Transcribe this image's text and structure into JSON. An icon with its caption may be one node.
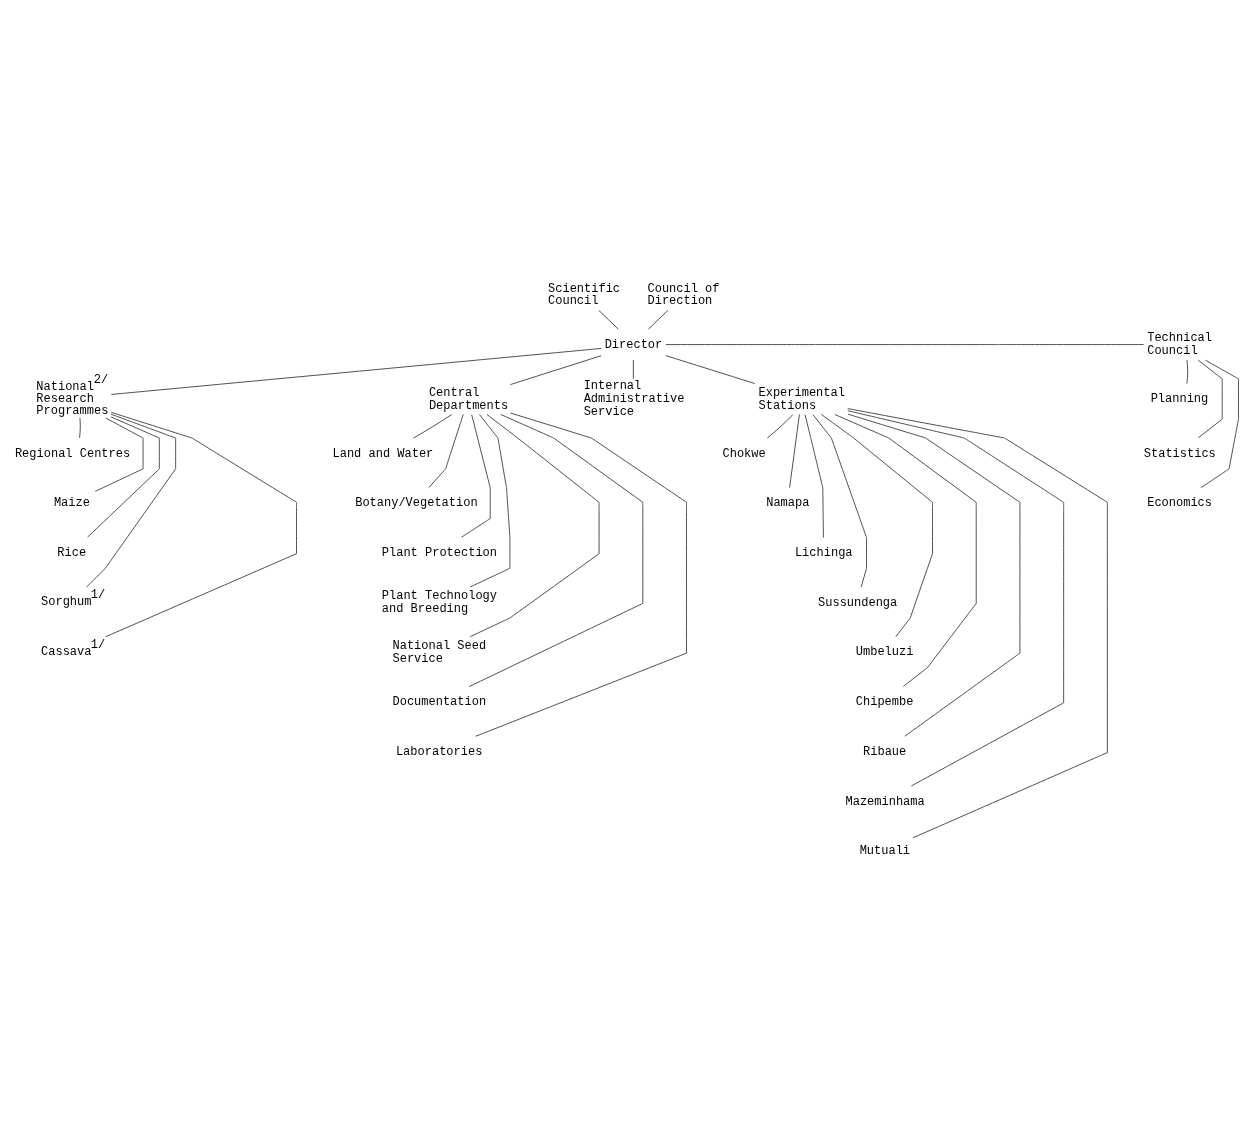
{
  "diagram": {
    "nodes": [
      {
        "text": [
          "Scientific Council"
        ]
      },
      {
        "text": [
          "Council of Direction"
        ]
      },
      {
        "text": [
          "Director"
        ]
      },
      {
        "text": [
          "Technical Council"
        ]
      },
      {
        "text": [
          "Planning"
        ]
      },
      {
        "text": [
          "Statistics"
        ]
      },
      {
        "text": [
          "Economics"
        ]
      },
      {
        "text": [
          "National$^{2/}$ Research Programmes"
        ]
      },
      {
        "text": [
          "Regional Centres"
        ]
      },
      {
        "text": [
          "Maize"
        ]
      },
      {
        "text": [
          "Rice"
        ]
      },
      {
        "text": [
          "Sorghum$^{1/}$"
        ]
      },
      {
        "text": [
          "Cassava$^{1/}$"
        ]
      },
      {
        "text": [
          "Central Departments"
        ]
      },
      {
        "text": [
          "Land and Water"
        ]
      },
      {
        "text": [
          "Botany/Vegetation"
        ]
      },
      {
        "text": [
          "Plant Protection"
        ]
      },
      {
        "text": [
          "Plant Technology and Breeding"
        ]
      },
      {
        "text": [
          "National Seed Service"
        ]
      },
      {
        "text": [
          "Documentation"
        ]
      },
      {
        "text": [
          "Laboratories"
        ]
      },
      {
        "text": [
          "Internal Administrative Service"
        ]
      },
      {
        "text": [
          "Experimental Stations"
        ]
      },
      {
        "text": [
          "Chokwe"
        ]
      },
      {
        "text": [
          "Namapa"
        ]
      },
      {
        "text": [
          "Lichinga"
        ]
      },
      {
        "text": [
          "Sussundenga"
        ]
      },
      {
        "text": [
          "Umbeluzi"
        ]
      },
      {
        "text": [
          "Chipembe"
        ]
      },
      {
        "text": [
          "Ribaue"
        ]
      },
      {
        "text": [
          "Mazeminhama"
        ]
      },
      {
        "text": [
          "Mutuali"
        ]
      }
    ],
    "edges": [
      {
        "from": 0,
        "to": 2,
        "arrow": "none"
      },
      {
        "from": 1,
        "to": 2,
        "arrow": "none"
      },
      {
        "from": 2,
        "to": 3,
        "arrow": "none"
      },
      {
        "from": 3,
        "to": 4,
        "arrow": "none"
      },
      {
        "from": 3,
        "to": 5,
        "arrow": "none"
      },
      {
        "from": 3,
        "to": 6,
        "arrow": "none"
      },
      {
        "from": 2,
        "to": 7,
        "arrow": "none"
      },
      {
        "from": 2,
        "to": 13,
        "arrow": "none"
      },
      {
        "from": 2,
        "to": 21,
        "arrow": "none"
      },
      {
        "from": 2,
        "to": 22,
        "arrow": "none"
      },
      {
        "from": 7,
        "to": 8,
        "arrow": "none"
      },
      {
        "from": 7,
        "to": 9,
        "arrow": "none"
      },
      {
        "from": 7,
        "to": 10,
        "arrow": "none"
      },
      {
        "from": 7,
        "to": 11,
        "arrow": "none"
      },
      {
        "from": 7,
        "to": 12,
        "arrow": "none"
      },
      {
        "from": 13,
        "to": 14,
        "arrow": "none"
      },
      {
        "from": 13,
        "to": 15,
        "arrow": "none"
      },
      {
        "from": 13,
        "to": 16,
        "arrow": "none"
      },
      {
        "from": 13,
        "to": 17,
        "arrow": "none"
      },
      {
        "from": 13,
        "to": 18,
        "arrow": "none"
      },
      {
        "from": 13,
        "to": 19,
        "arrow": "none"
      },
      {
        "from": 13,
        "to": 20,
        "arrow": "none"
      },
      {
        "from": 22,
        "to": 23,
        "arrow": "none"
      },
      {
        "from": 22,
        "to": 24,
        "arrow": "none"
      },
      {
        "from": 22,
        "to": 25,
        "arrow": "none"
      },
      {
        "from": 22,
        "to": 26,
        "arrow": "none"
      },
      {
        "from": 22,
        "to": 27,
        "arrow": "none"
      },
      {
        "from": 22,
        "to": 28,
        "arrow": "none"
      },
      {
        "from": 22,
        "to": 29,
        "arrow": "none"
      },
      {
        "from": 22,
        "to": 30,
        "arrow": "none"
      },
      {
        "from": 22,
        "to": 31,
        "arrow": "none"
      }
    ]
  }
}
